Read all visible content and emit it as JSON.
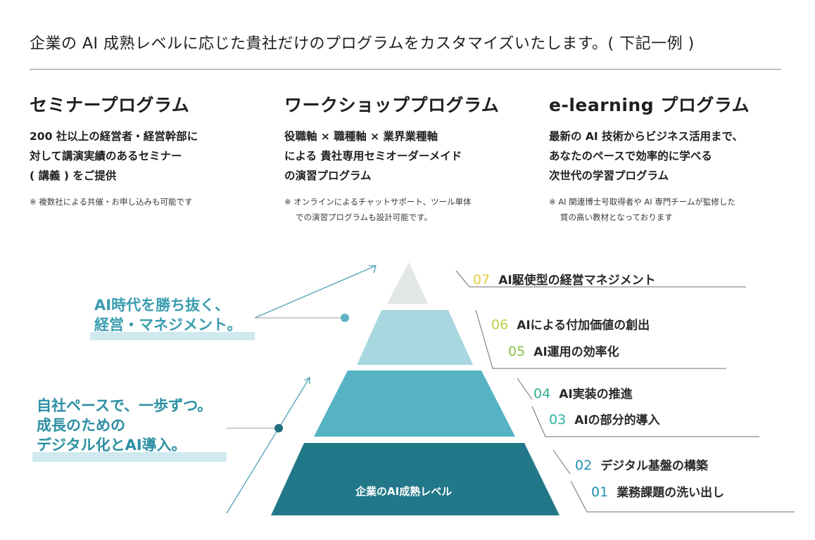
{
  "headline": "企業の AI 成熟レベルに応じた貴社だけのプログラムをカスタマイズいたします。( 下記一例 )",
  "columns": [
    {
      "title": "セミナープログラム",
      "body": [
        "200 社以上の経営者・経営幹部に",
        "対して講演実績のあるセミナー",
        "( 講義 ) をご提供"
      ],
      "note": [
        "※ 複数社による共催・お申し込みも可能です"
      ]
    },
    {
      "title": "ワークショッププログラム",
      "body": [
        "役職軸 × 職種軸 × 業界業種軸",
        "による 貴社専用セミオーダーメイド",
        "の演習プログラム"
      ],
      "note": [
        "※ オンラインによるチャットサポート、ツール単体",
        "での演習プログラムも設計可能です。"
      ]
    },
    {
      "title": "e-learning プログラム",
      "body": [
        "最新の AI 技術からビジネス活用まで、",
        "あなたのペースで効率的に学べる",
        "次世代の学習プログラム"
      ],
      "note": [
        "※ AI 関連博士号取得者や AI 専門チームが監修した",
        "質の高い教材となっております"
      ]
    }
  ],
  "catchphrases": {
    "top": [
      "AI時代を勝ち抜く、",
      "経営・マネジメント。"
    ],
    "bottom": [
      "自社ペースで、一歩ずつ。",
      "成長のための",
      "デジタル化とAI導入。"
    ]
  },
  "pyramid": {
    "base_label": "企業のAI成熟レベル",
    "tier_colors": [
      "#e2e6e6",
      "#a9d7df",
      "#55b3c4",
      "#227888"
    ]
  },
  "levels": [
    {
      "num": "07",
      "label": "AI駆使型の経営マネジメント",
      "color": "#e4cc3c"
    },
    {
      "num": "06",
      "label": "AIによる付加価値の創出",
      "color": "#b7d24a"
    },
    {
      "num": "05",
      "label": "AI運用の効率化",
      "color": "#8cc04a"
    },
    {
      "num": "04",
      "label": "AI実装の推進",
      "color": "#2fae8f"
    },
    {
      "num": "03",
      "label": "AIの部分的導入",
      "color": "#2ab0a0"
    },
    {
      "num": "02",
      "label": "デジタル基盤の構築",
      "color": "#1f8fb0"
    },
    {
      "num": "01",
      "label": "業務課題の洗い出し",
      "color": "#1f8fb0"
    }
  ]
}
